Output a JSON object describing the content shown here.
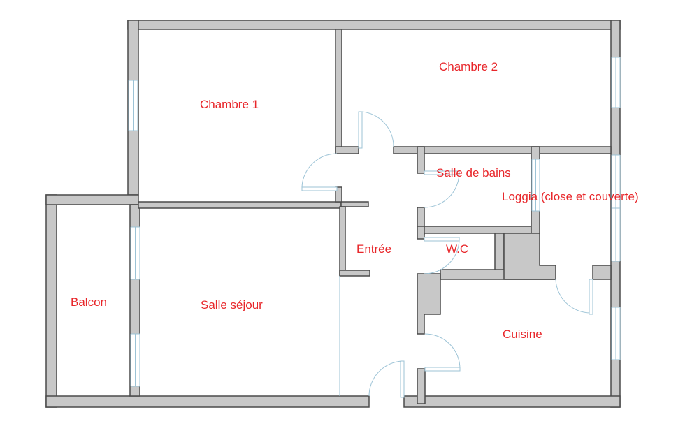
{
  "plan": {
    "label_color": "#e8262a",
    "wall_fill": "#c8c8c8",
    "wall_stroke": "#4a4a4a",
    "window_color": "#9cc3d6",
    "rooms": {
      "chambre1": "Chambre 1",
      "chambre2": "Chambre 2",
      "salle_de_bains": "Salle de bains",
      "loggia": "Loggia (close et couverte)",
      "entree": "Entrée",
      "wc": "W.C",
      "balcon": "Balcon",
      "sejour": "Salle séjour",
      "cuisine": "Cuisine"
    }
  }
}
